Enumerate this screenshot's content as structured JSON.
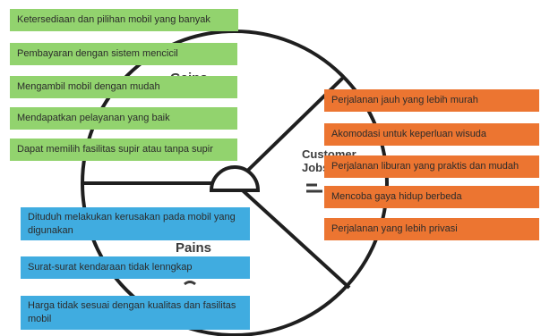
{
  "segments": {
    "gains_label": "Gains",
    "pains_label": "Pains",
    "jobs_label_line1": "Customer",
    "jobs_label_line2": "Jobs"
  },
  "gains": [
    "Ketersediaan dan pilihan mobil yang banyak",
    "Pembayaran dengan sistem mencicil",
    "Mengambil mobil dengan mudah",
    "Mendapatkan pelayanan yang baik",
    "Dapat memilih fasilitas supir atau tanpa supir"
  ],
  "jobs": [
    "Perjalanan jauh yang lebih murah",
    "Akomodasi untuk keperluan wisuda",
    "Perjalanan liburan yang praktis dan mudah",
    "Mencoba gaya hidup berbeda",
    "Perjalanan yang lebih privasi"
  ],
  "pains": [
    "Dituduh melakukan kerusakan pada mobil yang digunakan",
    "Surat-surat kendaraan tidak lenngkap",
    "Harga tidak sesuai dengan kualitas dan fasilitas mobil"
  ],
  "colors": {
    "gains": "#92d36e",
    "jobs": "#ec7531",
    "pains": "#40ace0",
    "outline": "#1f1f1f"
  }
}
